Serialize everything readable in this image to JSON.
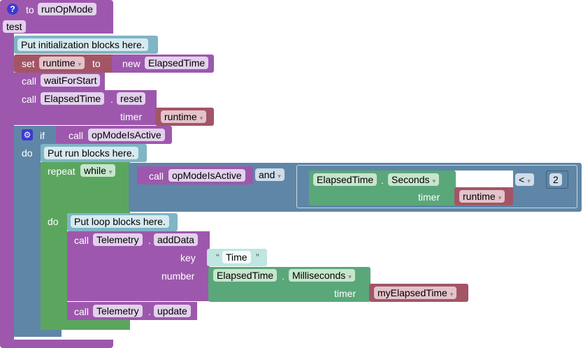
{
  "blocks": {
    "proc_to": "to",
    "proc_name": "runOpMode",
    "proc_comment": "test",
    "init_comment": "Put initialization blocks here.",
    "set_kw": "set",
    "set_var": "runtime",
    "set_to": "to",
    "new_kw": "new",
    "new_class": "ElapsedTime",
    "call_kw": "call",
    "wait_fn": "waitForStart",
    "elapsed_class": "ElapsedTime",
    "dot": ".",
    "reset_fn": "reset",
    "timer_kw": "timer",
    "runtime_var": "runtime",
    "if_kw": "if",
    "opmode_fn": "opModeIsActive",
    "do_kw": "do",
    "run_comment": "Put run blocks here.",
    "repeat_kw": "repeat",
    "while_kw": "while",
    "and_kw": "and",
    "seconds_kw": "Seconds",
    "lt_kw": "<",
    "num_two": "2",
    "loop_comment": "Put loop blocks here.",
    "telemetry": "Telemetry",
    "add_data": "addData",
    "key_kw": "key",
    "quote_open": "“",
    "quote_close": "”",
    "time_str": "Time",
    "number_kw": "number",
    "milliseconds_kw": "Milliseconds",
    "my_elapsed": "myElapsedTime",
    "update_fn": "update"
  },
  "icons": {
    "help": "?",
    "dropdown": "▾",
    "gear": "⚙"
  },
  "colors": {
    "procedure": "#9d58ad",
    "control": "#5f86a6",
    "loop": "#5ba65f",
    "variable": "#a35566",
    "comment": "#7fb5c5"
  }
}
